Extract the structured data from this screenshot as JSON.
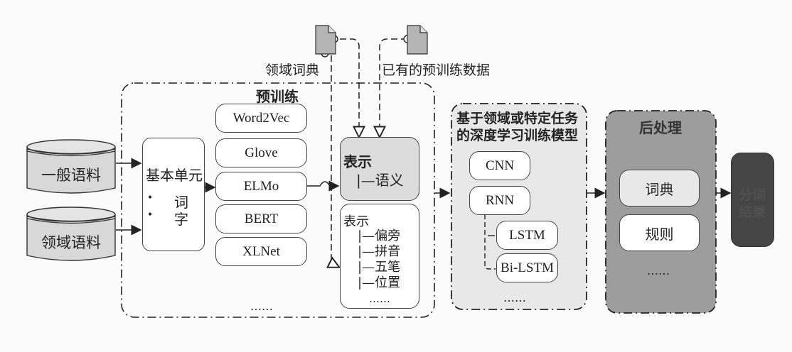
{
  "inputs": {
    "general_corpus": "一般语料",
    "domain_corpus": "领域语料"
  },
  "resources": {
    "domain_dictionary": "领域词典",
    "existing_pretrain_data": "已有的预训练数据"
  },
  "pretrain": {
    "title": "预训练",
    "basic_unit": {
      "title": "基本单元",
      "items": [
        "词",
        "字"
      ]
    },
    "models": [
      "Word2Vec",
      "Glove",
      "ELMo",
      "BERT",
      "XLNet"
    ],
    "models_more": "……",
    "semantic_repr": {
      "title": "表示",
      "items": [
        "|—语义"
      ]
    },
    "feature_repr": {
      "title": "表示",
      "items": [
        "|—偏旁",
        "|—拼音",
        "|—五笔",
        "|—位置"
      ],
      "more": "……"
    }
  },
  "training": {
    "title_line1": "基于领域或特定任务",
    "title_line2": "的深度学习训练模型",
    "models": [
      "CNN",
      "RNN"
    ],
    "sub_models": [
      "LSTM",
      "Bi-LSTM"
    ],
    "more": "……"
  },
  "postprocess": {
    "title": "后处理",
    "items": [
      "词典",
      "规则"
    ],
    "more": "……"
  },
  "output": {
    "label_line1": "分词",
    "label_line2": "结果"
  },
  "colors": {
    "light_gray": "#dcdcdc",
    "mid_gray": "#e6e6e6",
    "dark_gray": "#9a9a9a",
    "output_dark": "#444444",
    "line": "#333333"
  }
}
